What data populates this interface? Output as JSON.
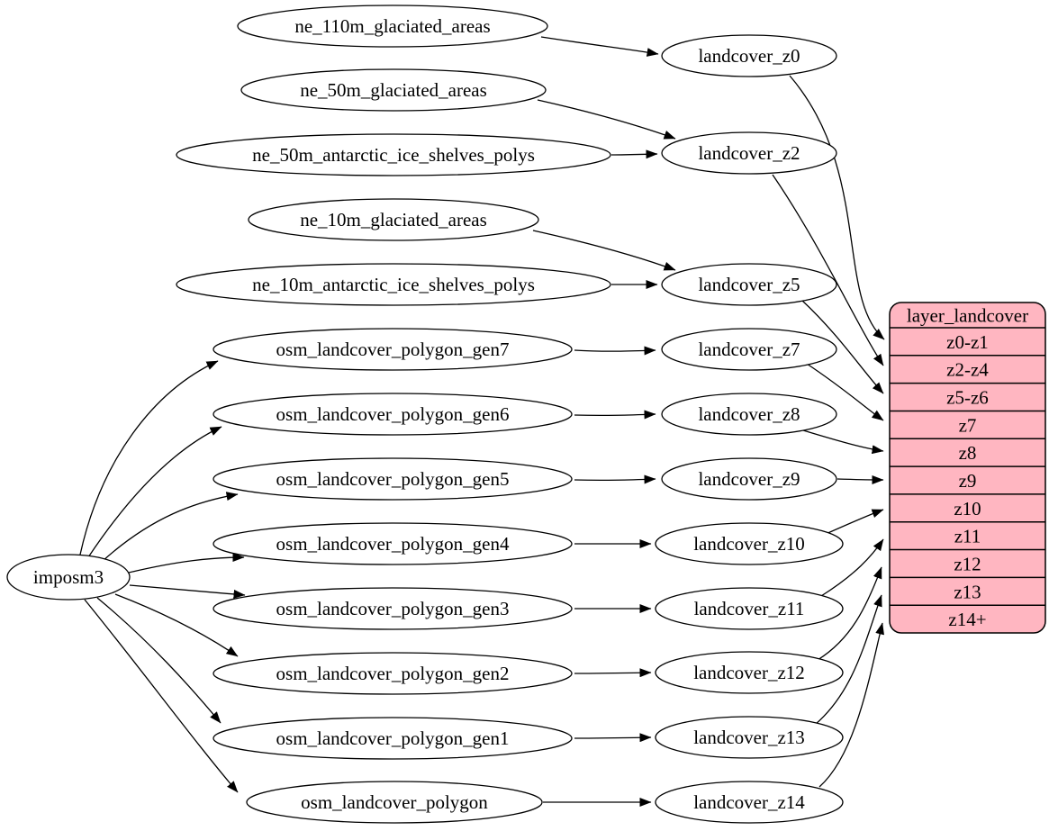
{
  "diagram": {
    "nodes": {
      "imposm3": "imposm3",
      "ne_110m_glaciated_areas": "ne_110m_glaciated_areas",
      "ne_50m_glaciated_areas": "ne_50m_glaciated_areas",
      "ne_50m_antarctic_ice_shelves_polys": "ne_50m_antarctic_ice_shelves_polys",
      "ne_10m_glaciated_areas": "ne_10m_glaciated_areas",
      "ne_10m_antarctic_ice_shelves_polys": "ne_10m_antarctic_ice_shelves_polys",
      "osm_landcover_polygon_gen7": "osm_landcover_polygon_gen7",
      "osm_landcover_polygon_gen6": "osm_landcover_polygon_gen6",
      "osm_landcover_polygon_gen5": "osm_landcover_polygon_gen5",
      "osm_landcover_polygon_gen4": "osm_landcover_polygon_gen4",
      "osm_landcover_polygon_gen3": "osm_landcover_polygon_gen3",
      "osm_landcover_polygon_gen2": "osm_landcover_polygon_gen2",
      "osm_landcover_polygon_gen1": "osm_landcover_polygon_gen1",
      "osm_landcover_polygon": "osm_landcover_polygon",
      "landcover_z0": "landcover_z0",
      "landcover_z2": "landcover_z2",
      "landcover_z5": "landcover_z5",
      "landcover_z7": "landcover_z7",
      "landcover_z8": "landcover_z8",
      "landcover_z9": "landcover_z9",
      "landcover_z10": "landcover_z10",
      "landcover_z11": "landcover_z11",
      "landcover_z12": "landcover_z12",
      "landcover_z13": "landcover_z13",
      "landcover_z14": "landcover_z14"
    },
    "table": {
      "title": "layer_landcover",
      "rows": [
        "z0-z1",
        "z2-z4",
        "z5-z6",
        "z7",
        "z8",
        "z9",
        "z10",
        "z11",
        "z12",
        "z13",
        "z14+"
      ]
    },
    "edges": [
      {
        "from": "ne_110m_glaciated_areas",
        "to": "landcover_z0"
      },
      {
        "from": "ne_50m_glaciated_areas",
        "to": "landcover_z2"
      },
      {
        "from": "ne_50m_antarctic_ice_shelves_polys",
        "to": "landcover_z2"
      },
      {
        "from": "ne_10m_glaciated_areas",
        "to": "landcover_z5"
      },
      {
        "from": "ne_10m_antarctic_ice_shelves_polys",
        "to": "landcover_z5"
      },
      {
        "from": "imposm3",
        "to": "osm_landcover_polygon_gen7"
      },
      {
        "from": "imposm3",
        "to": "osm_landcover_polygon_gen6"
      },
      {
        "from": "imposm3",
        "to": "osm_landcover_polygon_gen5"
      },
      {
        "from": "imposm3",
        "to": "osm_landcover_polygon_gen4"
      },
      {
        "from": "imposm3",
        "to": "osm_landcover_polygon_gen3"
      },
      {
        "from": "imposm3",
        "to": "osm_landcover_polygon_gen2"
      },
      {
        "from": "imposm3",
        "to": "osm_landcover_polygon_gen1"
      },
      {
        "from": "imposm3",
        "to": "osm_landcover_polygon"
      },
      {
        "from": "osm_landcover_polygon_gen7",
        "to": "landcover_z7"
      },
      {
        "from": "osm_landcover_polygon_gen6",
        "to": "landcover_z8"
      },
      {
        "from": "osm_landcover_polygon_gen5",
        "to": "landcover_z9"
      },
      {
        "from": "osm_landcover_polygon_gen4",
        "to": "landcover_z10"
      },
      {
        "from": "osm_landcover_polygon_gen3",
        "to": "landcover_z11"
      },
      {
        "from": "osm_landcover_polygon_gen2",
        "to": "landcover_z12"
      },
      {
        "from": "osm_landcover_polygon_gen1",
        "to": "landcover_z13"
      },
      {
        "from": "osm_landcover_polygon",
        "to": "landcover_z14"
      },
      {
        "from": "landcover_z0",
        "to": "layer_landcover:z0-z1"
      },
      {
        "from": "landcover_z2",
        "to": "layer_landcover:z2-z4"
      },
      {
        "from": "landcover_z5",
        "to": "layer_landcover:z5-z6"
      },
      {
        "from": "landcover_z7",
        "to": "layer_landcover:z7"
      },
      {
        "from": "landcover_z8",
        "to": "layer_landcover:z8"
      },
      {
        "from": "landcover_z9",
        "to": "layer_landcover:z9"
      },
      {
        "from": "landcover_z10",
        "to": "layer_landcover:z10"
      },
      {
        "from": "landcover_z11",
        "to": "layer_landcover:z11"
      },
      {
        "from": "landcover_z12",
        "to": "layer_landcover:z12"
      },
      {
        "from": "landcover_z13",
        "to": "layer_landcover:z13"
      },
      {
        "from": "landcover_z14",
        "to": "layer_landcover:z14+"
      }
    ],
    "colors": {
      "table_fill": "#ffb6c1",
      "node_fill": "#ffffff",
      "stroke": "#000000",
      "background": "#ffffff"
    }
  }
}
